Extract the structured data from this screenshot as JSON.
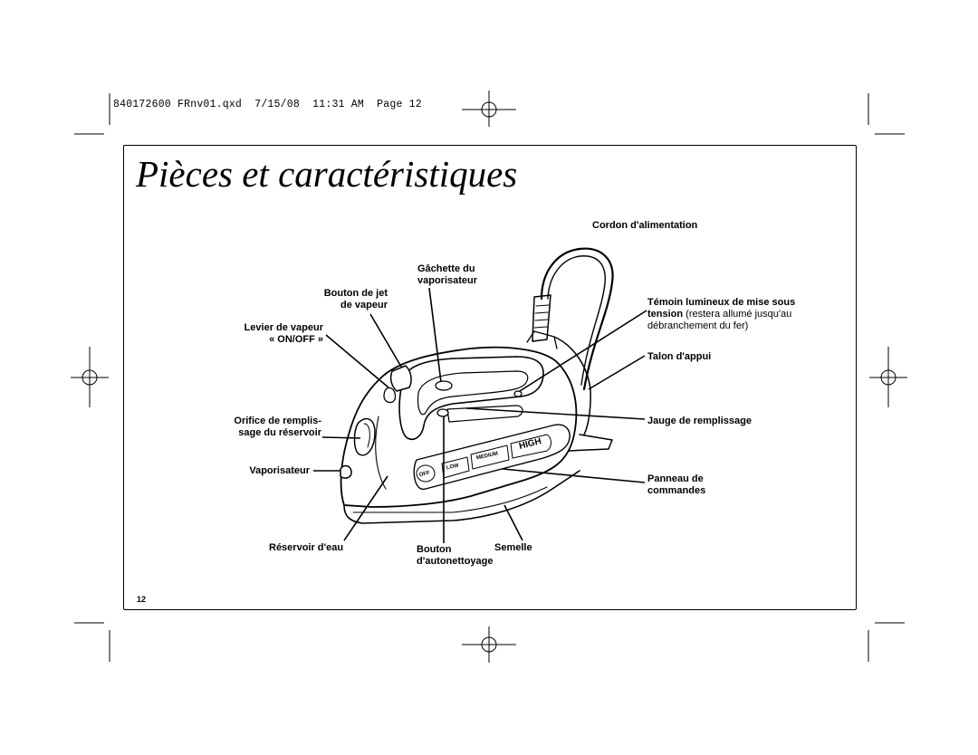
{
  "slug": "840172600 FRnv01.qxd  7/15/08  11:31 AM  Page 12",
  "title": "Pièces et caractéristiques",
  "page_number": "12",
  "labels": {
    "cord": "Cordon d'alimentation",
    "trigger_1": "Gâchette du",
    "trigger_2": "vaporisateur",
    "burst_1": "Bouton de jet",
    "burst_2": "de vapeur",
    "indicator_bold_1": "Témoin lumineux de mise sous",
    "indicator_bold_2": "tension",
    "indicator_normal_2": " (restera allumé jusqu'au",
    "indicator_3": "débranchement du fer)",
    "lever_1": "Levier de vapeur",
    "lever_2": "« ON/OFF »",
    "heel": "Talon d'appui",
    "fill_1": "Orifice de remplis-",
    "fill_2": "sage du réservoir",
    "gauge": "Jauge de remplissage",
    "sprayer": "Vaporisateur",
    "panel_1": "Panneau de",
    "panel_2": "commandes",
    "tank": "Réservoir d'eau",
    "clean_1": "Bouton",
    "clean_2": "d'autonettoyage",
    "soleplate": "Semelle"
  },
  "control_panel": {
    "off": "OFF",
    "low": "LOW",
    "medium": "MEDIUM",
    "high": "HIGH"
  }
}
